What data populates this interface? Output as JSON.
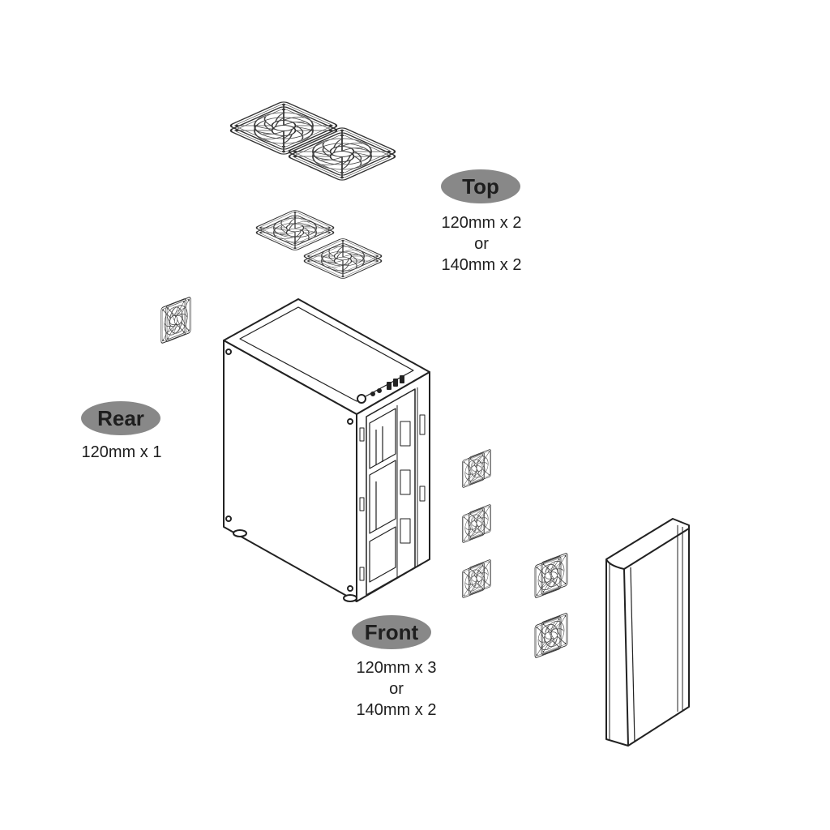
{
  "colors": {
    "badge": "#888888",
    "text": "#1e1e1e",
    "line": "#333333",
    "background": "#ffffff"
  },
  "labels": {
    "top": {
      "badge": "Top",
      "lines": [
        "120mm x 2",
        "or",
        "140mm x 2"
      ]
    },
    "rear": {
      "badge": "Rear",
      "lines": [
        "120mm x 1"
      ]
    },
    "front": {
      "badge": "Front",
      "lines": [
        "120mm x 3",
        "or",
        "140mm x 2"
      ]
    }
  },
  "icons": {
    "top_fans_140": "fan-pair-140mm-icon",
    "top_fans_120": "fan-pair-120mm-icon",
    "rear_fan": "fan-120mm-icon",
    "front_fans_120": "fan-triple-120mm-icon",
    "front_fans_140": "fan-pair-140mm-vertical-icon",
    "case": "pc-case-icon",
    "front_panel": "front-panel-icon"
  }
}
